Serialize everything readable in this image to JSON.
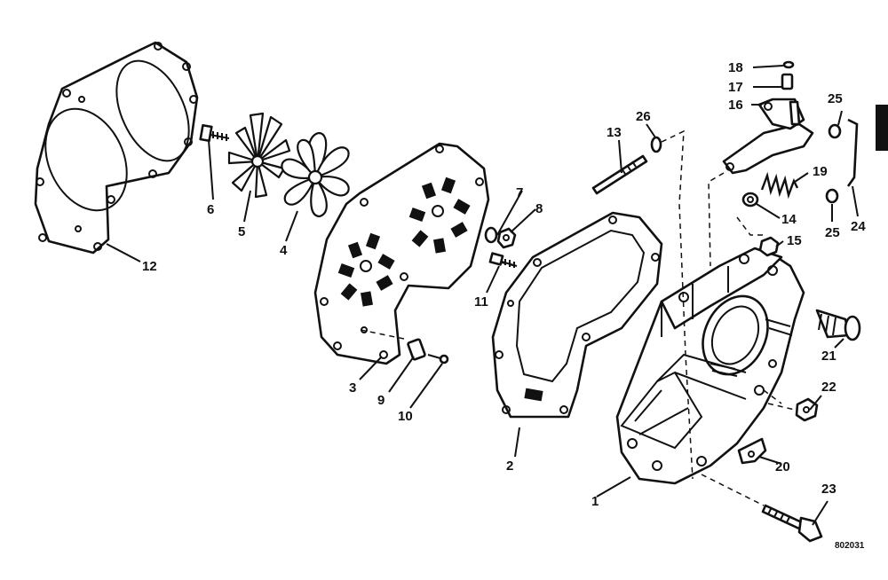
{
  "figure_code": "802031",
  "callouts": [
    "1",
    "2",
    "3",
    "4",
    "5",
    "6",
    "7",
    "8",
    "9",
    "10",
    "11",
    "12",
    "13",
    "14",
    "15",
    "16",
    "17",
    "18",
    "19",
    "20",
    "21",
    "22",
    "23",
    "24",
    "25",
    "25",
    "26"
  ],
  "colors": {
    "ink": "#111111",
    "paper": "#ffffff"
  }
}
